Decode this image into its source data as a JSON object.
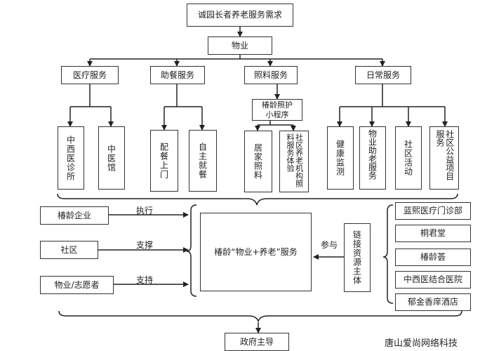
{
  "title": "诚园长者养老服务需求",
  "property": "物业",
  "categories": {
    "medical": "医疗服务",
    "meal": "助餐服务",
    "care": "照料服务",
    "daily": "日常服务"
  },
  "app": "椿龄照护\n小程序",
  "leaves": {
    "medical": [
      "中西医诊所",
      "中医馆"
    ],
    "meal": [
      "配餐上门",
      "自主就餐"
    ],
    "care": [
      "居家照料",
      "社区养老机构照料服务体验"
    ],
    "daily": [
      "健康监测",
      "物业助老服务",
      "社区活动",
      "社区公益项目服务"
    ]
  },
  "left": [
    {
      "name": "椿龄企业",
      "verb": "执行"
    },
    {
      "name": "社区",
      "verb": "支撑"
    },
    {
      "name": "物业/志愿者",
      "verb": "支持"
    }
  ],
  "center": "椿龄“物业+养老”服务",
  "participate": "参与",
  "link": "链接资源主体",
  "right": [
    "蓝熙医疗门诊部",
    "桐君堂",
    "椿龄荟",
    "中西医结合医院",
    "郁金香庠酒店"
  ],
  "bottom": "政府主导",
  "watermark": "唐山爱尚网络科技"
}
